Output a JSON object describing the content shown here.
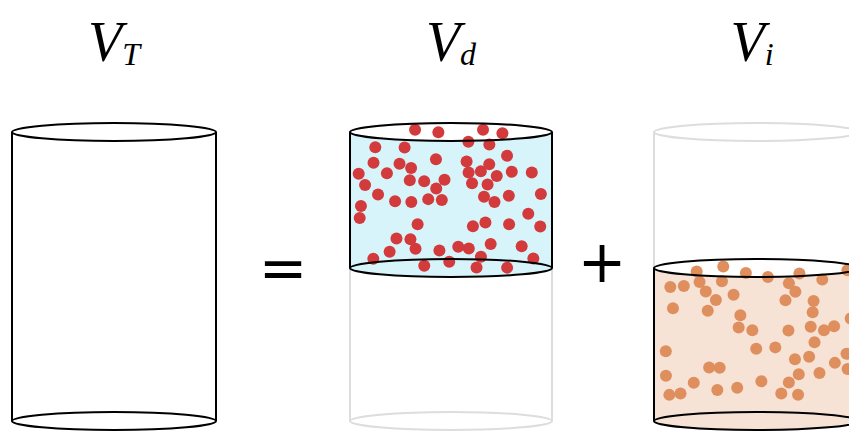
{
  "diagram": {
    "nodes": [
      {
        "text": [
          "VT"
        ]
      },
      {
        "text": [
          "Vd"
        ]
      },
      {
        "text": [
          "Vi"
        ]
      }
    ],
    "labels": [
      "=",
      "+"
    ]
  }
}
